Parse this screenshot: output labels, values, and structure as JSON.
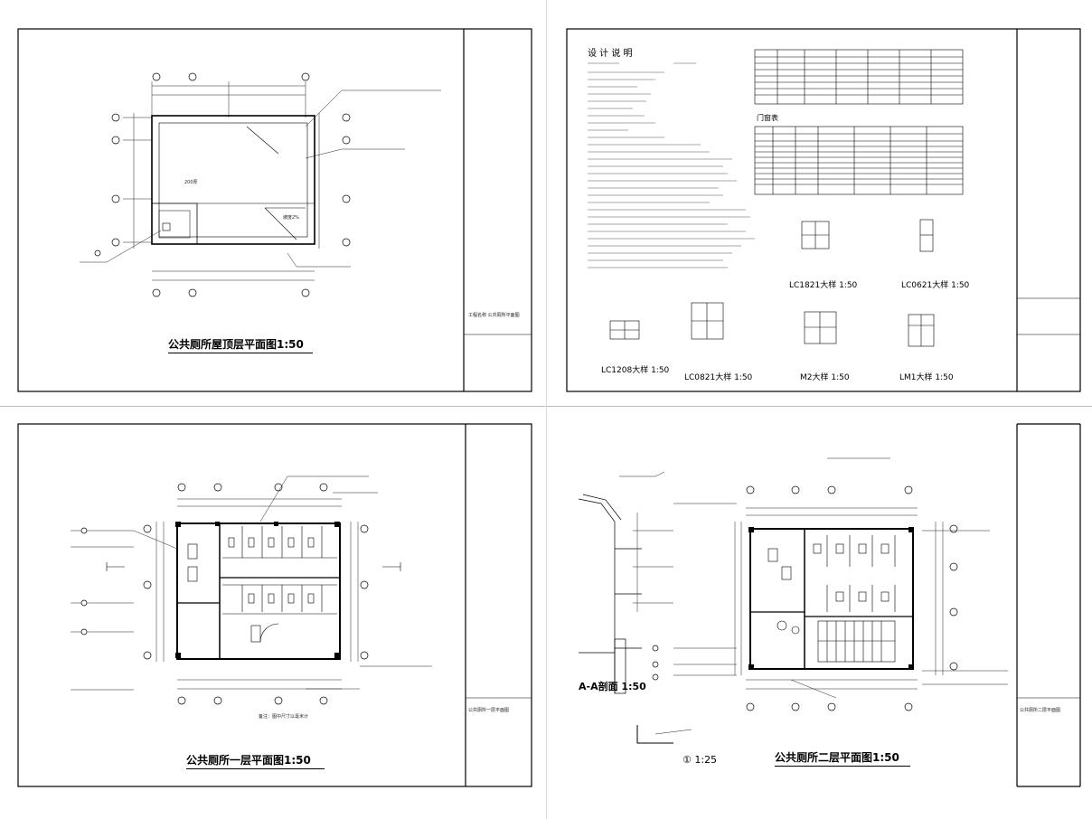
{
  "sheets": {
    "roof": {
      "title": "公共厕所屋顶层平面图1:50"
    },
    "notes": {
      "heading": "设 计 说 明",
      "table1_title": "门窗表",
      "details": [
        {
          "label": "LC1821大样 1:50"
        },
        {
          "label": "LC0621大样 1:50"
        },
        {
          "label": "LC1208大样 1:50"
        },
        {
          "label": "LC0821大样 1:50"
        },
        {
          "label": "M2大样 1:50"
        },
        {
          "label": "LM1大样 1:50"
        }
      ]
    },
    "floor1": {
      "title": "公共厕所一层平面图1:50"
    },
    "floor2": {
      "title": "公共厕所二层平面图1:50",
      "section_label": "A-A剖面 1:50",
      "detail_label": "① 1:25"
    }
  }
}
